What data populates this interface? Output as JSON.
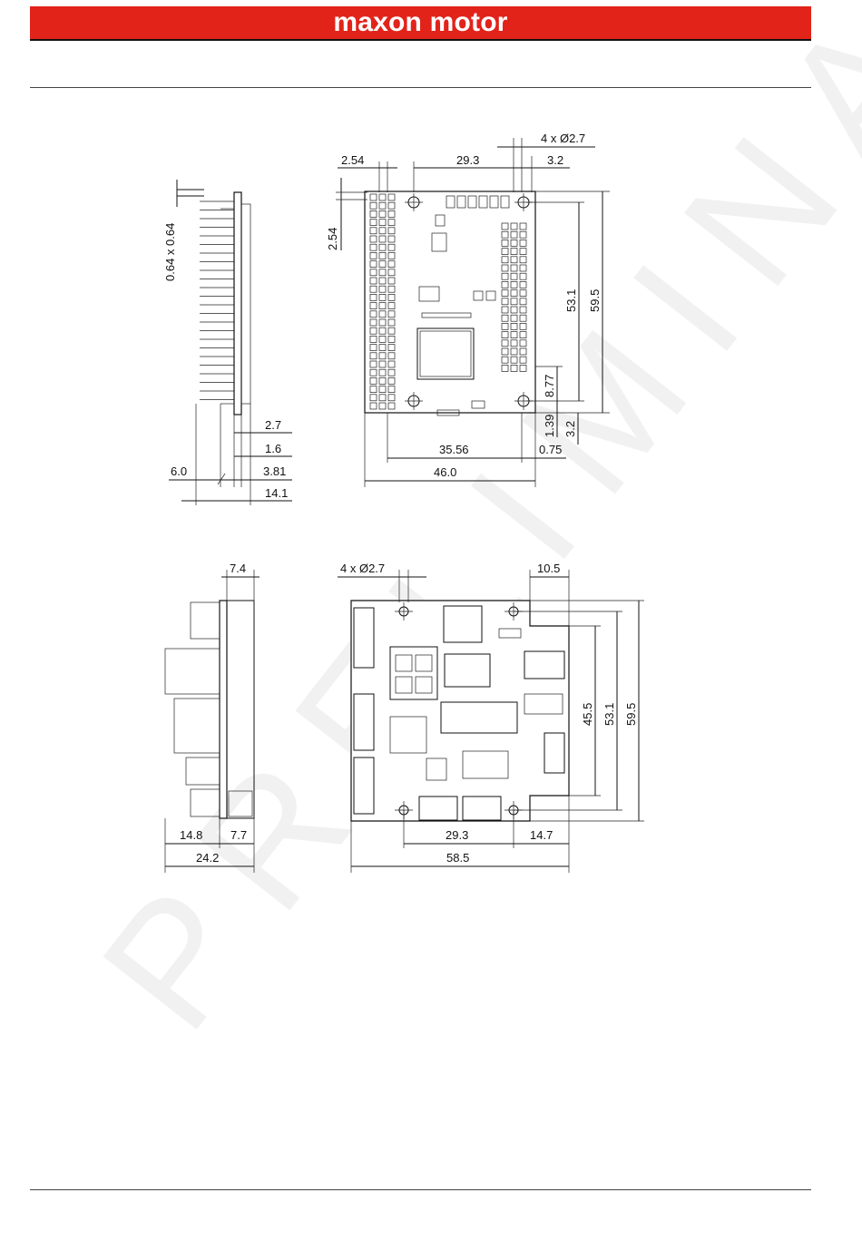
{
  "header": {
    "brand": "maxon motor",
    "brand_color": "#e2231a"
  },
  "watermark": "PRELIMINARY",
  "module_views": {
    "side": {
      "pin_pitch": "0.64 x 0.64",
      "dims": [
        "2.7",
        "1.6",
        "6.0",
        "3.81",
        "14.1"
      ]
    },
    "top": {
      "holes": "4 x Ø2.7",
      "dims": [
        "2.54",
        "29.3",
        "3.2",
        "2.54",
        "53.1",
        "59.5",
        "8.77",
        "1.39",
        "3.2",
        "35.56",
        "0.75",
        "46.0"
      ]
    }
  },
  "board_views": {
    "side": {
      "dims": [
        "7.4",
        "14.8",
        "7.7",
        "24.2"
      ]
    },
    "top": {
      "holes": "4 x Ø2.7",
      "dims": [
        "10.5",
        "45.5",
        "53.1",
        "59.5",
        "29.3",
        "14.7",
        "58.5"
      ]
    }
  }
}
